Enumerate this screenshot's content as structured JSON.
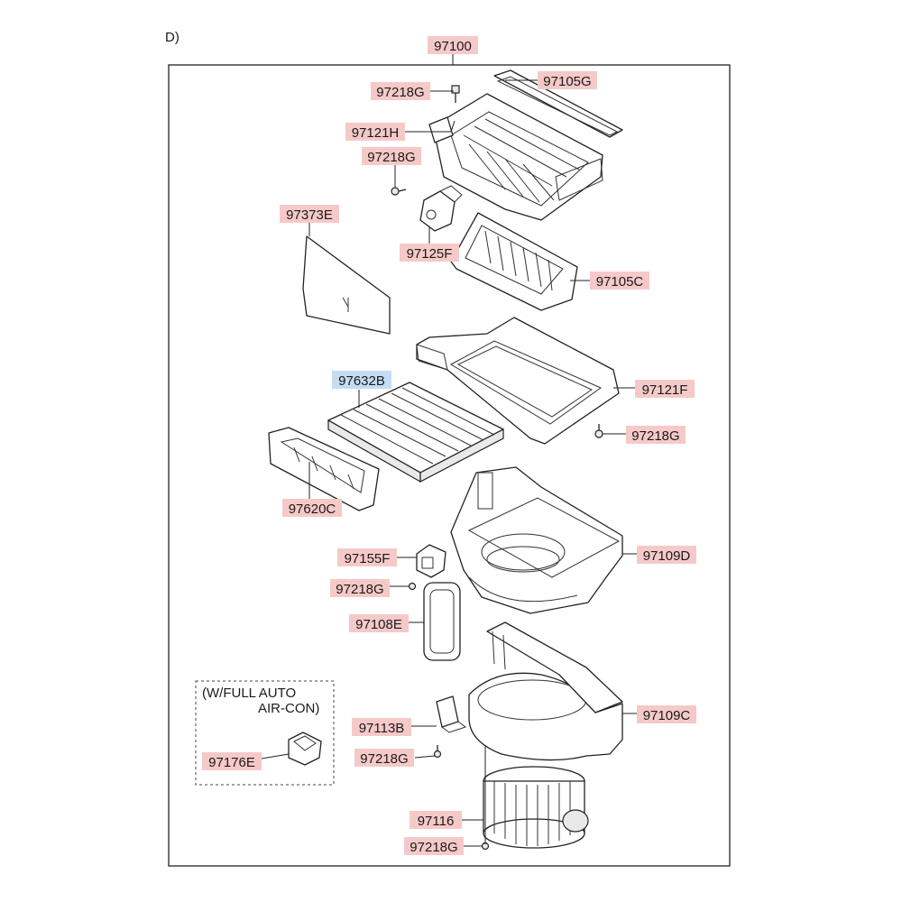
{
  "corner_text": "D)",
  "assembly_label": "97100",
  "callouts": {
    "c97218g_top": "97218G",
    "c97105g": "97105G",
    "c97121h": "97121H",
    "c97218g_2": "97218G",
    "c97373e": "97373E",
    "c97125f": "97125F",
    "c97105c": "97105C",
    "c97632b": "97632B",
    "c97121f": "97121F",
    "c97218g_3": "97218G",
    "c97620c": "97620C",
    "c97155f": "97155F",
    "c97109d": "97109D",
    "c97218g_4": "97218G",
    "c97108e": "97108E",
    "c97113b": "97113B",
    "c97109c": "97109C",
    "c97218g_5": "97218G",
    "c97176e": "97176E",
    "c97116": "97116",
    "c97218g_6": "97218G"
  },
  "option_note": {
    "line1": "(W/FULL AUTO",
    "line2": "AIR-CON)"
  },
  "colors": {
    "callout_bg": "#f6c9c9",
    "selected_callout_bg": "#c5dcf2"
  }
}
